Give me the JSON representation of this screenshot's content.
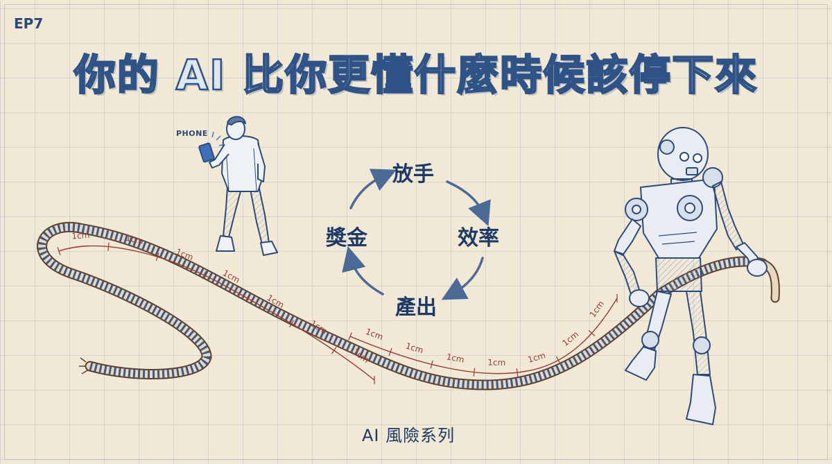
{
  "header": {
    "episode": "EP7",
    "title": "你的 AI 比你更懂什麼時候該停下來"
  },
  "cycle": {
    "top": "放手",
    "right": "效率",
    "bottom": "產出",
    "left": "獎金"
  },
  "illustration": {
    "phone_label": "PHONE",
    "ruler_unit": "1cm",
    "ruler_marks_count": 14
  },
  "footer": {
    "series": "AI 風險系列"
  },
  "colors": {
    "ink": "#1d3a66",
    "rope": "#9a3a2e",
    "paper": "#f2e8d6"
  }
}
